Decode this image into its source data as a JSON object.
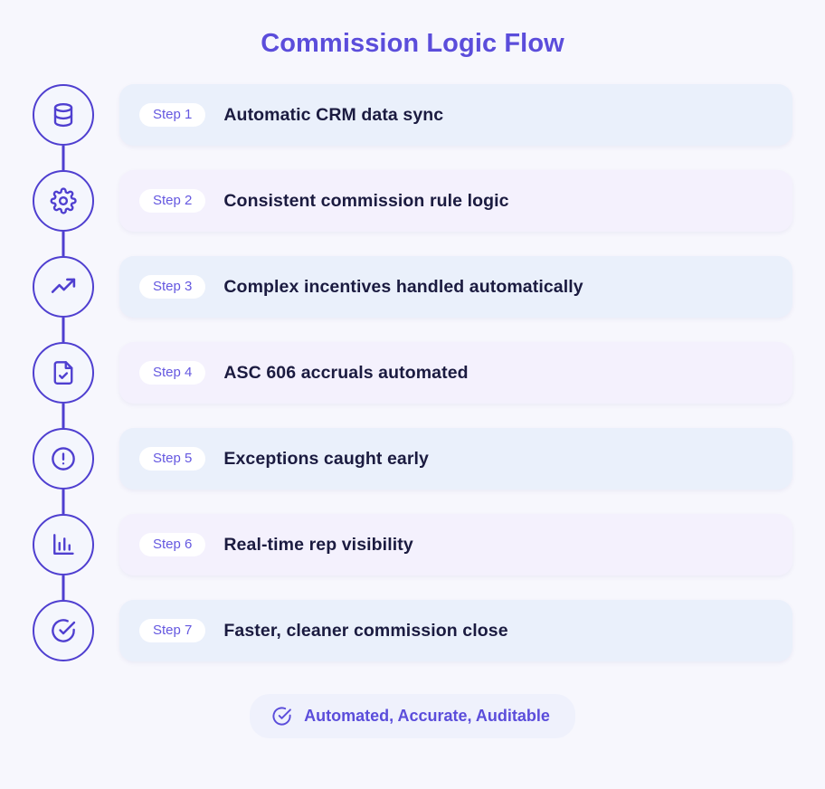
{
  "header": {
    "title": "Commission Logic Flow"
  },
  "colors": {
    "page_background": "#f7f7fd",
    "title": "#5b4ddb",
    "accent": "#4f3fd0",
    "step_pill_text": "#6558e0",
    "card_label_text": "#1b1b40",
    "card_tint_blue": "#eaf0fb",
    "card_tint_purple": "#f4f1fd",
    "pill_background": "#ffffff",
    "badge_background": "#eff1fc"
  },
  "flow": {
    "steps": [
      {
        "step_label": "Step 1",
        "label": "Automatic CRM data sync",
        "icon": "database-icon",
        "tint": "tint-blue"
      },
      {
        "step_label": "Step 2",
        "label": "Consistent commission rule logic",
        "icon": "gear-icon",
        "tint": "tint-purple"
      },
      {
        "step_label": "Step 3",
        "label": "Complex incentives handled automatically",
        "icon": "trending-up-icon",
        "tint": "tint-blue"
      },
      {
        "step_label": "Step 4",
        "label": "ASC 606 accruals automated",
        "icon": "document-check-icon",
        "tint": "tint-purple"
      },
      {
        "step_label": "Step 5",
        "label": "Exceptions caught early",
        "icon": "alert-circle-icon",
        "tint": "tint-blue"
      },
      {
        "step_label": "Step 6",
        "label": "Real-time rep visibility",
        "icon": "bar-chart-icon",
        "tint": "tint-purple"
      },
      {
        "step_label": "Step 7",
        "label": "Faster, cleaner commission close",
        "icon": "check-circle-icon",
        "tint": "tint-blue"
      }
    ]
  },
  "footer": {
    "badge_label": "Automated, Accurate, Auditable",
    "badge_icon": "check-circle-icon"
  }
}
